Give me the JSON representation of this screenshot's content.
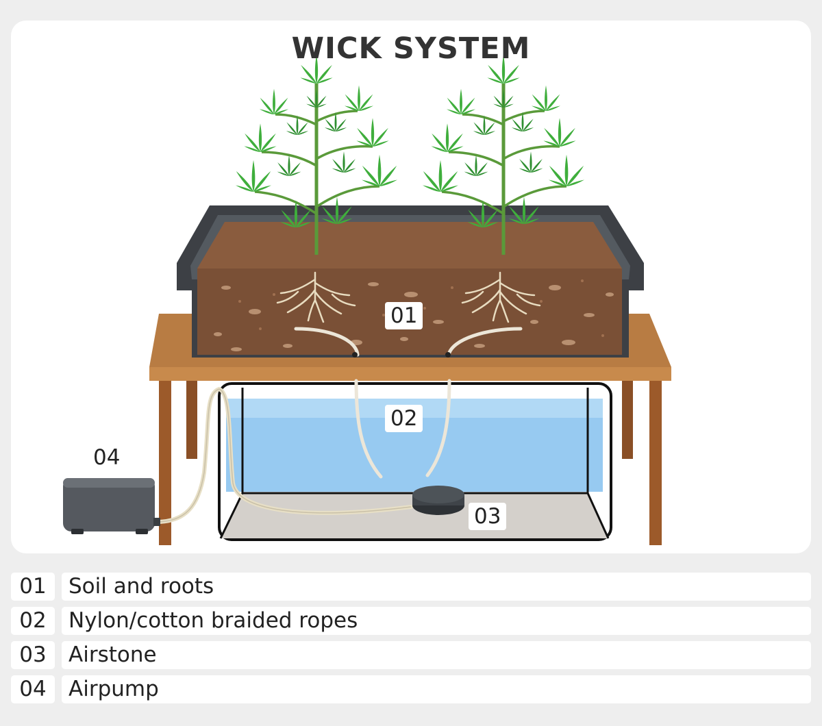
{
  "title": "WICK SYSTEM",
  "markers": {
    "soil": "01",
    "ropes": "02",
    "airstone": "03",
    "airpump": "04"
  },
  "legend": [
    {
      "num": "01",
      "label": "Soil and roots"
    },
    {
      "num": "02",
      "label": "Nylon/cotton braided ropes"
    },
    {
      "num": "03",
      "label": "Airstone"
    },
    {
      "num": "04",
      "label": "Airpump"
    }
  ],
  "colors": {
    "title": "#333333",
    "soil": "#7a5036",
    "table": "#c88a4c",
    "water": "#8cc4ef",
    "tray": "#3d4045",
    "leaf": "#3fae3c",
    "pump": "#55595f"
  }
}
